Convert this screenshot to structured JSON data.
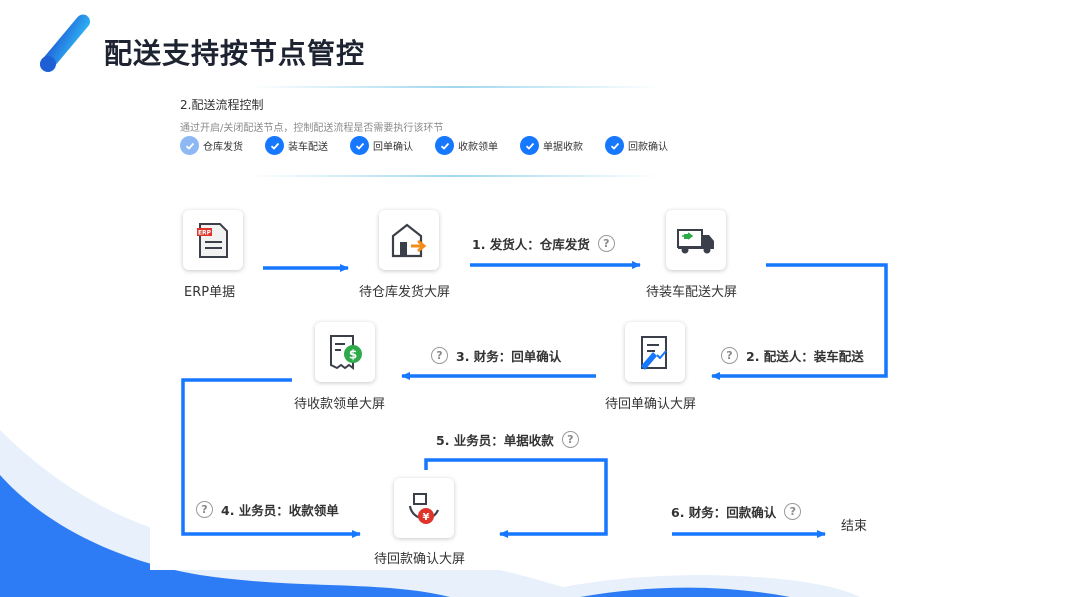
{
  "page_title": "配送支持按节点管控",
  "section": {
    "title": "2.配送流程控制",
    "description": "通过开启/关闭配送节点，控制配送流程是否需要执行该环节"
  },
  "toggles": [
    {
      "label": "仓库发货",
      "state": "checked-disabled"
    },
    {
      "label": "装车配送",
      "state": "checked"
    },
    {
      "label": "回单确认",
      "state": "checked"
    },
    {
      "label": "收款领单",
      "state": "checked"
    },
    {
      "label": "单据收款",
      "state": "checked"
    },
    {
      "label": "回款确认",
      "state": "checked"
    }
  ],
  "nodes": {
    "erp": "ERP单据",
    "warehouse": "待仓库发货大屏",
    "loading": "待装车配送大屏",
    "receipt": "待回单确认大屏",
    "collect": "待收款领单大屏",
    "payback": "待回款确认大屏",
    "end": "结束"
  },
  "steps": {
    "s1": "1. 发货人：仓库发货",
    "s2": "2. 配送人：装车配送",
    "s3": "3. 财务：回单确认",
    "s4": "4. 业务员：收款领单",
    "s5": "5. 业务员：单据收款",
    "s6": "6. 财务：回款确认"
  },
  "help_glyph": "?",
  "icons": {
    "erp": "erp-document-icon",
    "warehouse": "warehouse-shipping-icon",
    "loading": "delivery-truck-icon",
    "receipt": "receipt-confirm-icon",
    "collect": "payment-receipt-icon",
    "payback": "payment-return-icon"
  },
  "colors": {
    "accent": "#1677ff",
    "title": "#1d2330",
    "wave": "#2d7cf6"
  }
}
